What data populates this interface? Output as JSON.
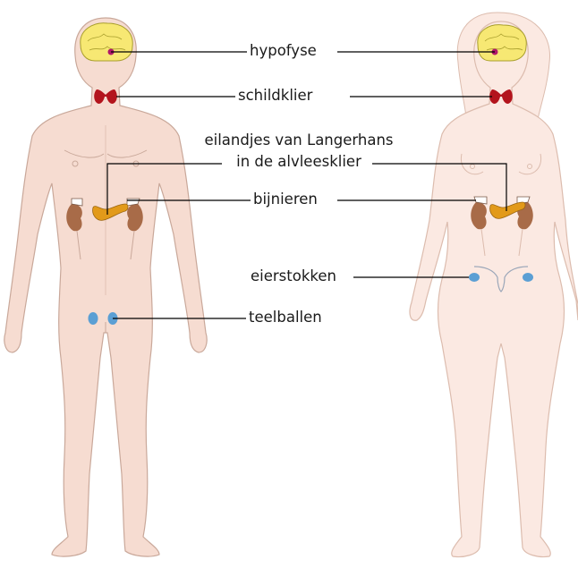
{
  "labels": {
    "pituitary": "hypofyse",
    "thyroid": "schildklier",
    "islets_line1": "eilandjes van Langerhans",
    "islets_line2": "in de alvleesklier",
    "adrenals": "bijnieren",
    "ovaries": "eierstokken",
    "testes": "teelballen"
  },
  "colors": {
    "male_skin": "#f6dcd1",
    "female_skin": "#fbe9e2",
    "outline": "#c9a89a",
    "brain": "#f7e873",
    "pituitary": "#b0186a",
    "thyroid": "#b3141d",
    "kidney": "#a86b48",
    "adrenal": "#ffffff",
    "pancreas": "#e29a1a",
    "gonad": "#5b9fd4",
    "line": "#000000"
  },
  "icons": {
    "male_figure": "male-body-figure",
    "female_figure": "female-body-figure",
    "brain": "brain-icon",
    "thyroid": "thyroid-icon",
    "kidney": "kidney-icon",
    "pancreas": "pancreas-icon",
    "gonad": "gonad-icon"
  }
}
